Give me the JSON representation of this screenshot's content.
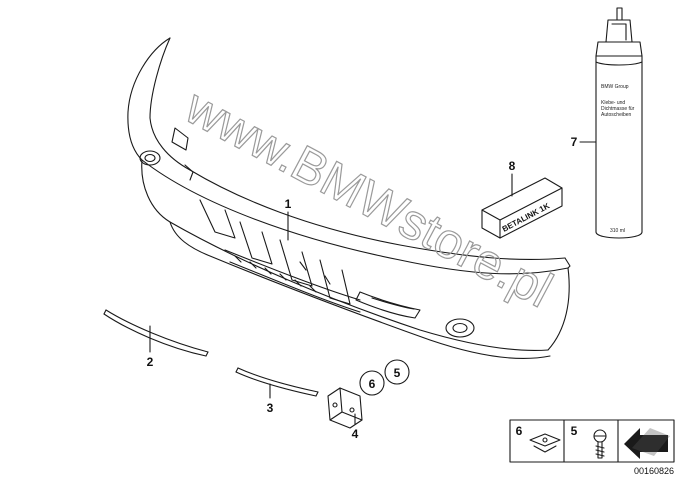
{
  "diagram": {
    "watermark": "www.BMWstore.pl",
    "diagram_code": "00160826",
    "parts": [
      {
        "number": "1"
      },
      {
        "number": "2"
      },
      {
        "number": "3"
      },
      {
        "number": "4"
      },
      {
        "number": "5"
      },
      {
        "number": "6"
      },
      {
        "number": "7"
      },
      {
        "number": "8"
      }
    ],
    "tube": {
      "brand": "BMW Group",
      "text_line1": "Klebe- und",
      "text_line2": "Dichtmasse für",
      "text_line3": "Autoscheiben",
      "volume": "310 ml"
    },
    "box_label": "BETALINK 1K",
    "legend": [
      {
        "number": "6"
      },
      {
        "number": "5"
      }
    ]
  }
}
